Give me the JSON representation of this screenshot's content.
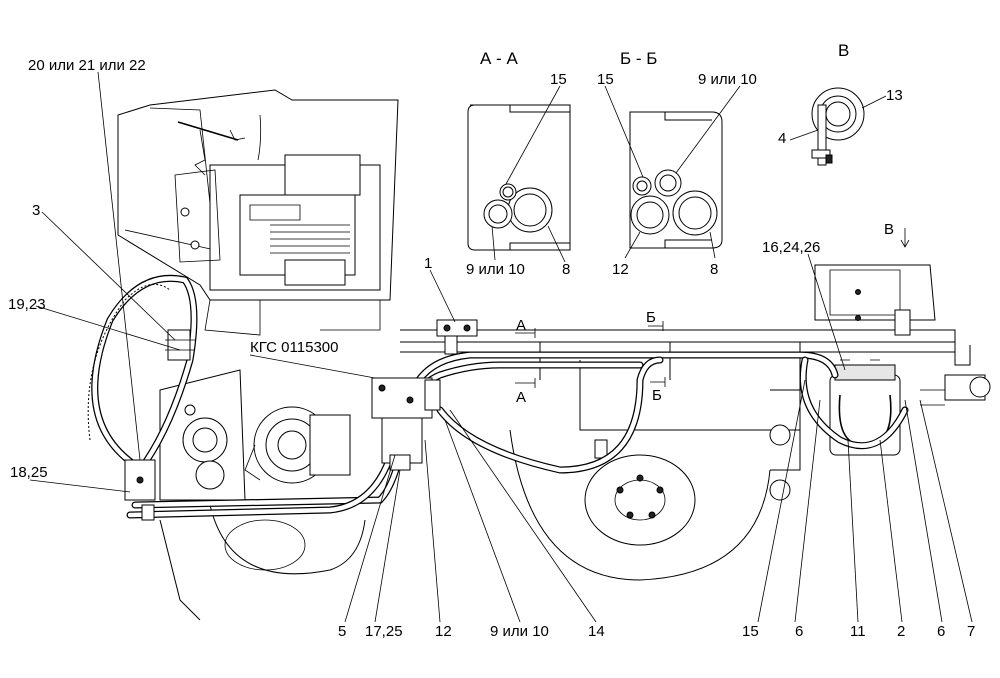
{
  "sections": {
    "aa": "А - А",
    "bb": "Б - Б",
    "v": "В"
  },
  "view_marks": {
    "a_top": "А",
    "a_bottom": "А",
    "b_top": "Б",
    "b_bottom": "Б",
    "v_arrow": "В"
  },
  "labels": {
    "l_20_21_22": "20 или 21 или 22",
    "l_3": "3",
    "l_19_23": "19,23",
    "l_18_25": "18,25",
    "l_1": "1",
    "l_kgs": "КГС 0115300",
    "l_16_24_26": "16,24,26",
    "l_aa_15": "15",
    "l_aa_9_10": "9 или 10",
    "l_aa_8": "8",
    "l_bb_15": "15",
    "l_bb_9_10": "9 или 10",
    "l_bb_12": "12",
    "l_bb_8": "8",
    "l_v_13": "13",
    "l_v_4": "4",
    "b_5": "5",
    "b_17_25": "17,25",
    "b_12": "12",
    "b_9_10": "9 или 10",
    "b_14": "14",
    "b_15": "15",
    "b_6a": "6",
    "b_11": "11",
    "b_2": "2",
    "b_6b": "6",
    "b_7": "7"
  }
}
